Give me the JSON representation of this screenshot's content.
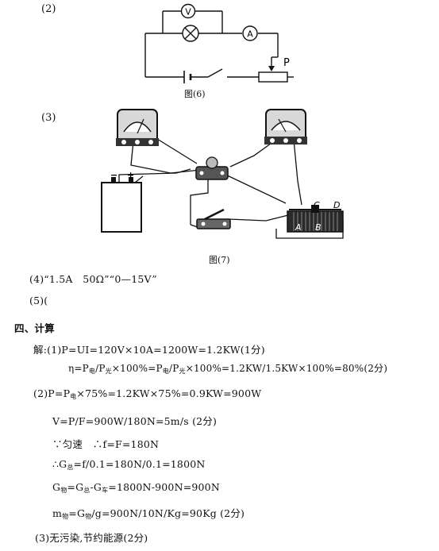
{
  "part2": {
    "label": "(2)",
    "caption": "图(6)",
    "symbols": {
      "voltmeter": "V",
      "ammeter": "A",
      "slider": "P"
    }
  },
  "part3": {
    "label": "(3)",
    "caption": "图(7)",
    "terminals": {
      "c": "C",
      "d": "D",
      "a": "A",
      "b": "B"
    },
    "icons": [
      "voltmeter-photo-icon",
      "ammeter-photo-icon",
      "bulb-photo-icon",
      "battery-photo-icon",
      "switch-photo-icon",
      "rheostat-photo-icon"
    ]
  },
  "part4_text": "(4)“1.5A　50Ω”“0—15V”",
  "part5_text": "(5)(",
  "section_title": "四、计算",
  "solution": {
    "l1": "解:(1)P=UI=120V×10A=1200W=1.2KW(1分)",
    "l2": {
      "a": "η=P",
      "s1": "电",
      "b": "/P",
      "s2": "光",
      "c": "×100%=P",
      "s3": "电",
      "d": "/P",
      "s4": "光",
      "e": "×100%=1.2KW/1.5KW×100%=80%(2分)"
    },
    "l3": {
      "a": "(2)P=P",
      "s1": "电",
      "b": "×75%=1.2KW×75%=0.9KW=900W"
    },
    "l4": "V=P/F=900W/180N=5m/s (2分)",
    "l5": "∵匀速　∴f=F=180N",
    "l6": {
      "a": "∴G",
      "s1": "总",
      "b": "=f/0.1=180N/0.1=1800N"
    },
    "l7": {
      "a": "G",
      "s1": "物",
      "b": "=G",
      "s2": "总",
      "c": "-G",
      "s3": "车",
      "d": "=1800N-900N=900N"
    },
    "l8": {
      "a": "m",
      "s1": "物",
      "b": "=G",
      "s2": "物",
      "c": "/g=900N/10N/Kg=90Kg (2分)"
    },
    "l9": "(3)无污染,节约能源(2分)"
  }
}
